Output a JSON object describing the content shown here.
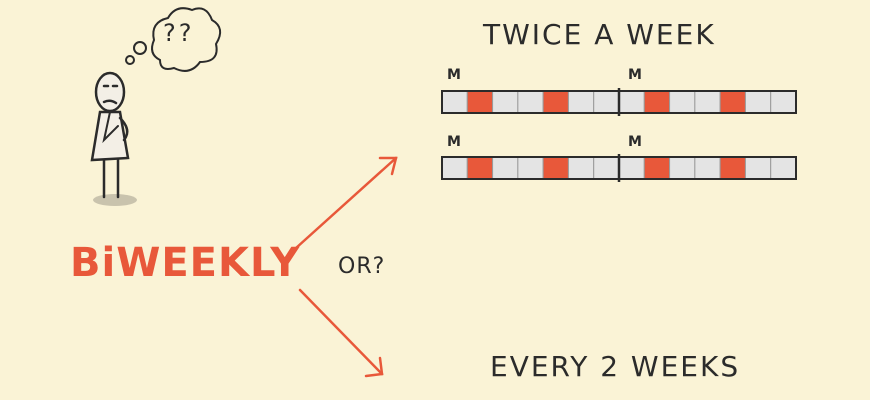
{
  "thought_bubble": {
    "text": "??"
  },
  "main_term": "BiWEEKLY",
  "connector_text": "OR?",
  "options": {
    "twice_a_week": "TWICE A WEEK",
    "every_2_weeks": "EVERY 2 WEEKS"
  },
  "week_marker": "M",
  "timeline": {
    "days_per_week": 7,
    "weeks": 2,
    "rows": [
      {
        "highlighted_days": [
          1,
          4,
          8,
          11
        ]
      },
      {
        "highlighted_days": [
          1,
          4,
          8,
          11
        ]
      }
    ]
  },
  "colors": {
    "background": "#faf3d6",
    "accent": "#e8583a",
    "ink": "#2b2b2b",
    "cell": "#e4e4e4"
  }
}
